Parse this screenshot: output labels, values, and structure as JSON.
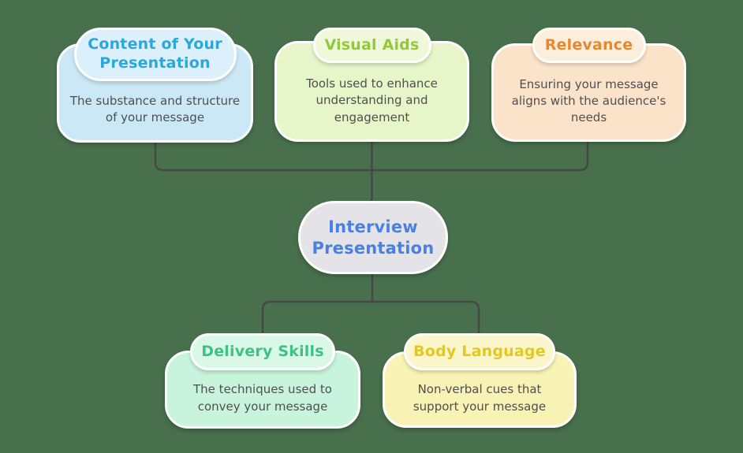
{
  "canvas": {
    "background": "#48704d",
    "connector_color": "#474747",
    "description_text_color": "#4f4f4f"
  },
  "root": {
    "title": "Interview Presentation",
    "title_color": "#4a80e0",
    "fill": "#e4e3e8"
  },
  "top_nodes": [
    {
      "id": "content-of-your-presentation",
      "title": "Content of Your Presentation",
      "description": "The substance and structure of your message",
      "title_color": "#2aa7dc",
      "fill": "#cbe8f6",
      "pill_fill": "#dbf0fb"
    },
    {
      "id": "visual-aids",
      "title": "Visual Aids",
      "description": "Tools used to enhance understanding and engagement",
      "title_color": "#93c83d",
      "fill": "#e6f6c8",
      "pill_fill": "#eff9da"
    },
    {
      "id": "relevance",
      "title": "Relevance",
      "description": "Ensuring your message aligns with the audience's needs",
      "title_color": "#e8872d",
      "fill": "#fbe3c9",
      "pill_fill": "#fceedc"
    }
  ],
  "bottom_nodes": [
    {
      "id": "delivery-skills",
      "title": "Delivery Skills",
      "description": "The techniques used to convey your message",
      "title_color": "#40c184",
      "fill": "#c8f3dc",
      "pill_fill": "#d9f8e7"
    },
    {
      "id": "body-language",
      "title": "Body Language",
      "description": "Non-verbal cues that support your message",
      "title_color": "#e2c822",
      "fill": "#f8f2b4",
      "pill_fill": "#fbf6c9"
    }
  ]
}
